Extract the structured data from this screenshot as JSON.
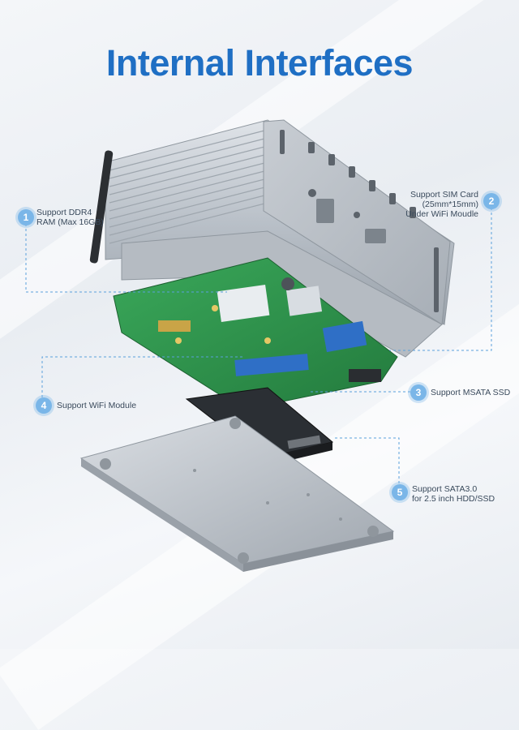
{
  "title": "Internal Interfaces",
  "callouts": [
    {
      "number": "1",
      "line1": "Support DDR4",
      "line2": "RAM (Max 16GB)"
    },
    {
      "number": "2",
      "line1": "Support SIM Card",
      "line2": "(25mm*15mm)",
      "line3": "Under WiFi Moudle"
    },
    {
      "number": "3",
      "line1": "Support MSATA SSD"
    },
    {
      "number": "4",
      "line1": "Support WiFi Module"
    },
    {
      "number": "5",
      "line1": "Support SATA3.0",
      "line2": "for 2.5 inch HDD/SSD"
    }
  ],
  "colors": {
    "title": "#1f6fc4",
    "badge": "#7ab6e8",
    "pcb": "#2e9a4e",
    "leader": "#5aa0dc"
  }
}
